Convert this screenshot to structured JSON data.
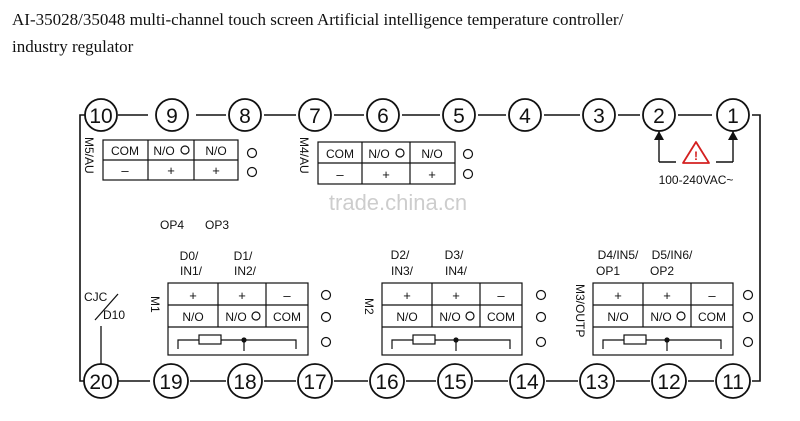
{
  "title": {
    "line1": "AI-35028/35048 multi-channel touch screen Artificial intelligence temperature controller/",
    "line2": "industry regulator"
  },
  "terminals": {
    "top": [
      "10",
      "9",
      "8",
      "7",
      "6",
      "5",
      "4",
      "3",
      "2",
      "1"
    ],
    "bottom": [
      "20",
      "19",
      "18",
      "17",
      "16",
      "15",
      "14",
      "13",
      "12",
      "11"
    ]
  },
  "modules": {
    "m5": {
      "side_label": "M5/AU",
      "row1": [
        "COM",
        "N/O",
        "N/O"
      ],
      "row2": [
        "–",
        "+",
        "+"
      ],
      "outputs": [
        "OP4",
        "OP3"
      ]
    },
    "m4": {
      "side_label": "M4/AU",
      "row1": [
        "COM",
        "N/O",
        "N/O"
      ],
      "row2": [
        "–",
        "+",
        "+"
      ]
    },
    "m1": {
      "side_label": "M1",
      "inputs": [
        "D0/\nIN1/",
        "D1/\nIN2/"
      ],
      "input_l1": [
        "D0/",
        "D1/"
      ],
      "input_l2": [
        "IN1/",
        "IN2/"
      ],
      "row1": [
        "+",
        "+",
        "–"
      ],
      "row2": [
        "N/O",
        "N/O",
        "COM"
      ]
    },
    "m2": {
      "side_label": "M2",
      "input_l1": [
        "D2/",
        "D3/"
      ],
      "input_l2": [
        "IN3/",
        "IN4/"
      ],
      "row1": [
        "+",
        "+",
        "–"
      ],
      "row2": [
        "N/O",
        "N/O",
        "COM"
      ]
    },
    "m3": {
      "side_label": "M3/OUTP",
      "input_l1": [
        "D4/IN5/",
        "D5/IN6/"
      ],
      "input_l2": [
        "OP1",
        "OP2"
      ],
      "row1": [
        "+",
        "+",
        "–"
      ],
      "row2": [
        "N/O",
        "N/O",
        "COM"
      ]
    }
  },
  "power": {
    "label": "100-240VAC~",
    "warning": "!"
  },
  "cjc": {
    "line1": "CJC",
    "line2": "D10"
  },
  "watermark": "trade.china.cn",
  "colors": {
    "line": "#111111",
    "warning": "#d42020",
    "watermark": "#bdbdbd"
  }
}
